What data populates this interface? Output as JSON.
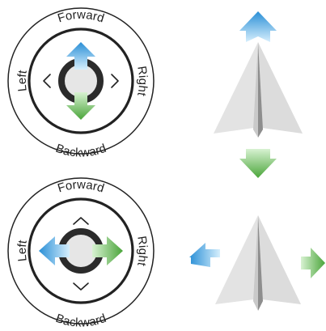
{
  "panels": [
    {
      "id": "pitch",
      "labels": {
        "top": "Forward",
        "bottom": "Backward",
        "left": "Left",
        "right": "Right"
      },
      "active_axis": "vertical",
      "chevrons": [
        "left",
        "right"
      ]
    },
    {
      "id": "roll",
      "labels": {
        "top": "Forward",
        "bottom": "Backward",
        "left": "Left",
        "right": "Right"
      },
      "active_axis": "horizontal",
      "chevrons": [
        "up",
        "down"
      ]
    }
  ],
  "colors": {
    "arrow_blue_light": "#bfe4fb",
    "arrow_blue": "#2a8fd6",
    "arrow_green_light": "#c9ecc2",
    "arrow_green": "#4aa53a",
    "ring": "#222222",
    "knob_ring": "#2b2b2b",
    "knob_center": "#e6e6e6",
    "plane_light": "#e3e3e3",
    "plane_mid": "#c9c9c9",
    "plane_dark": "#8e8e8e"
  }
}
